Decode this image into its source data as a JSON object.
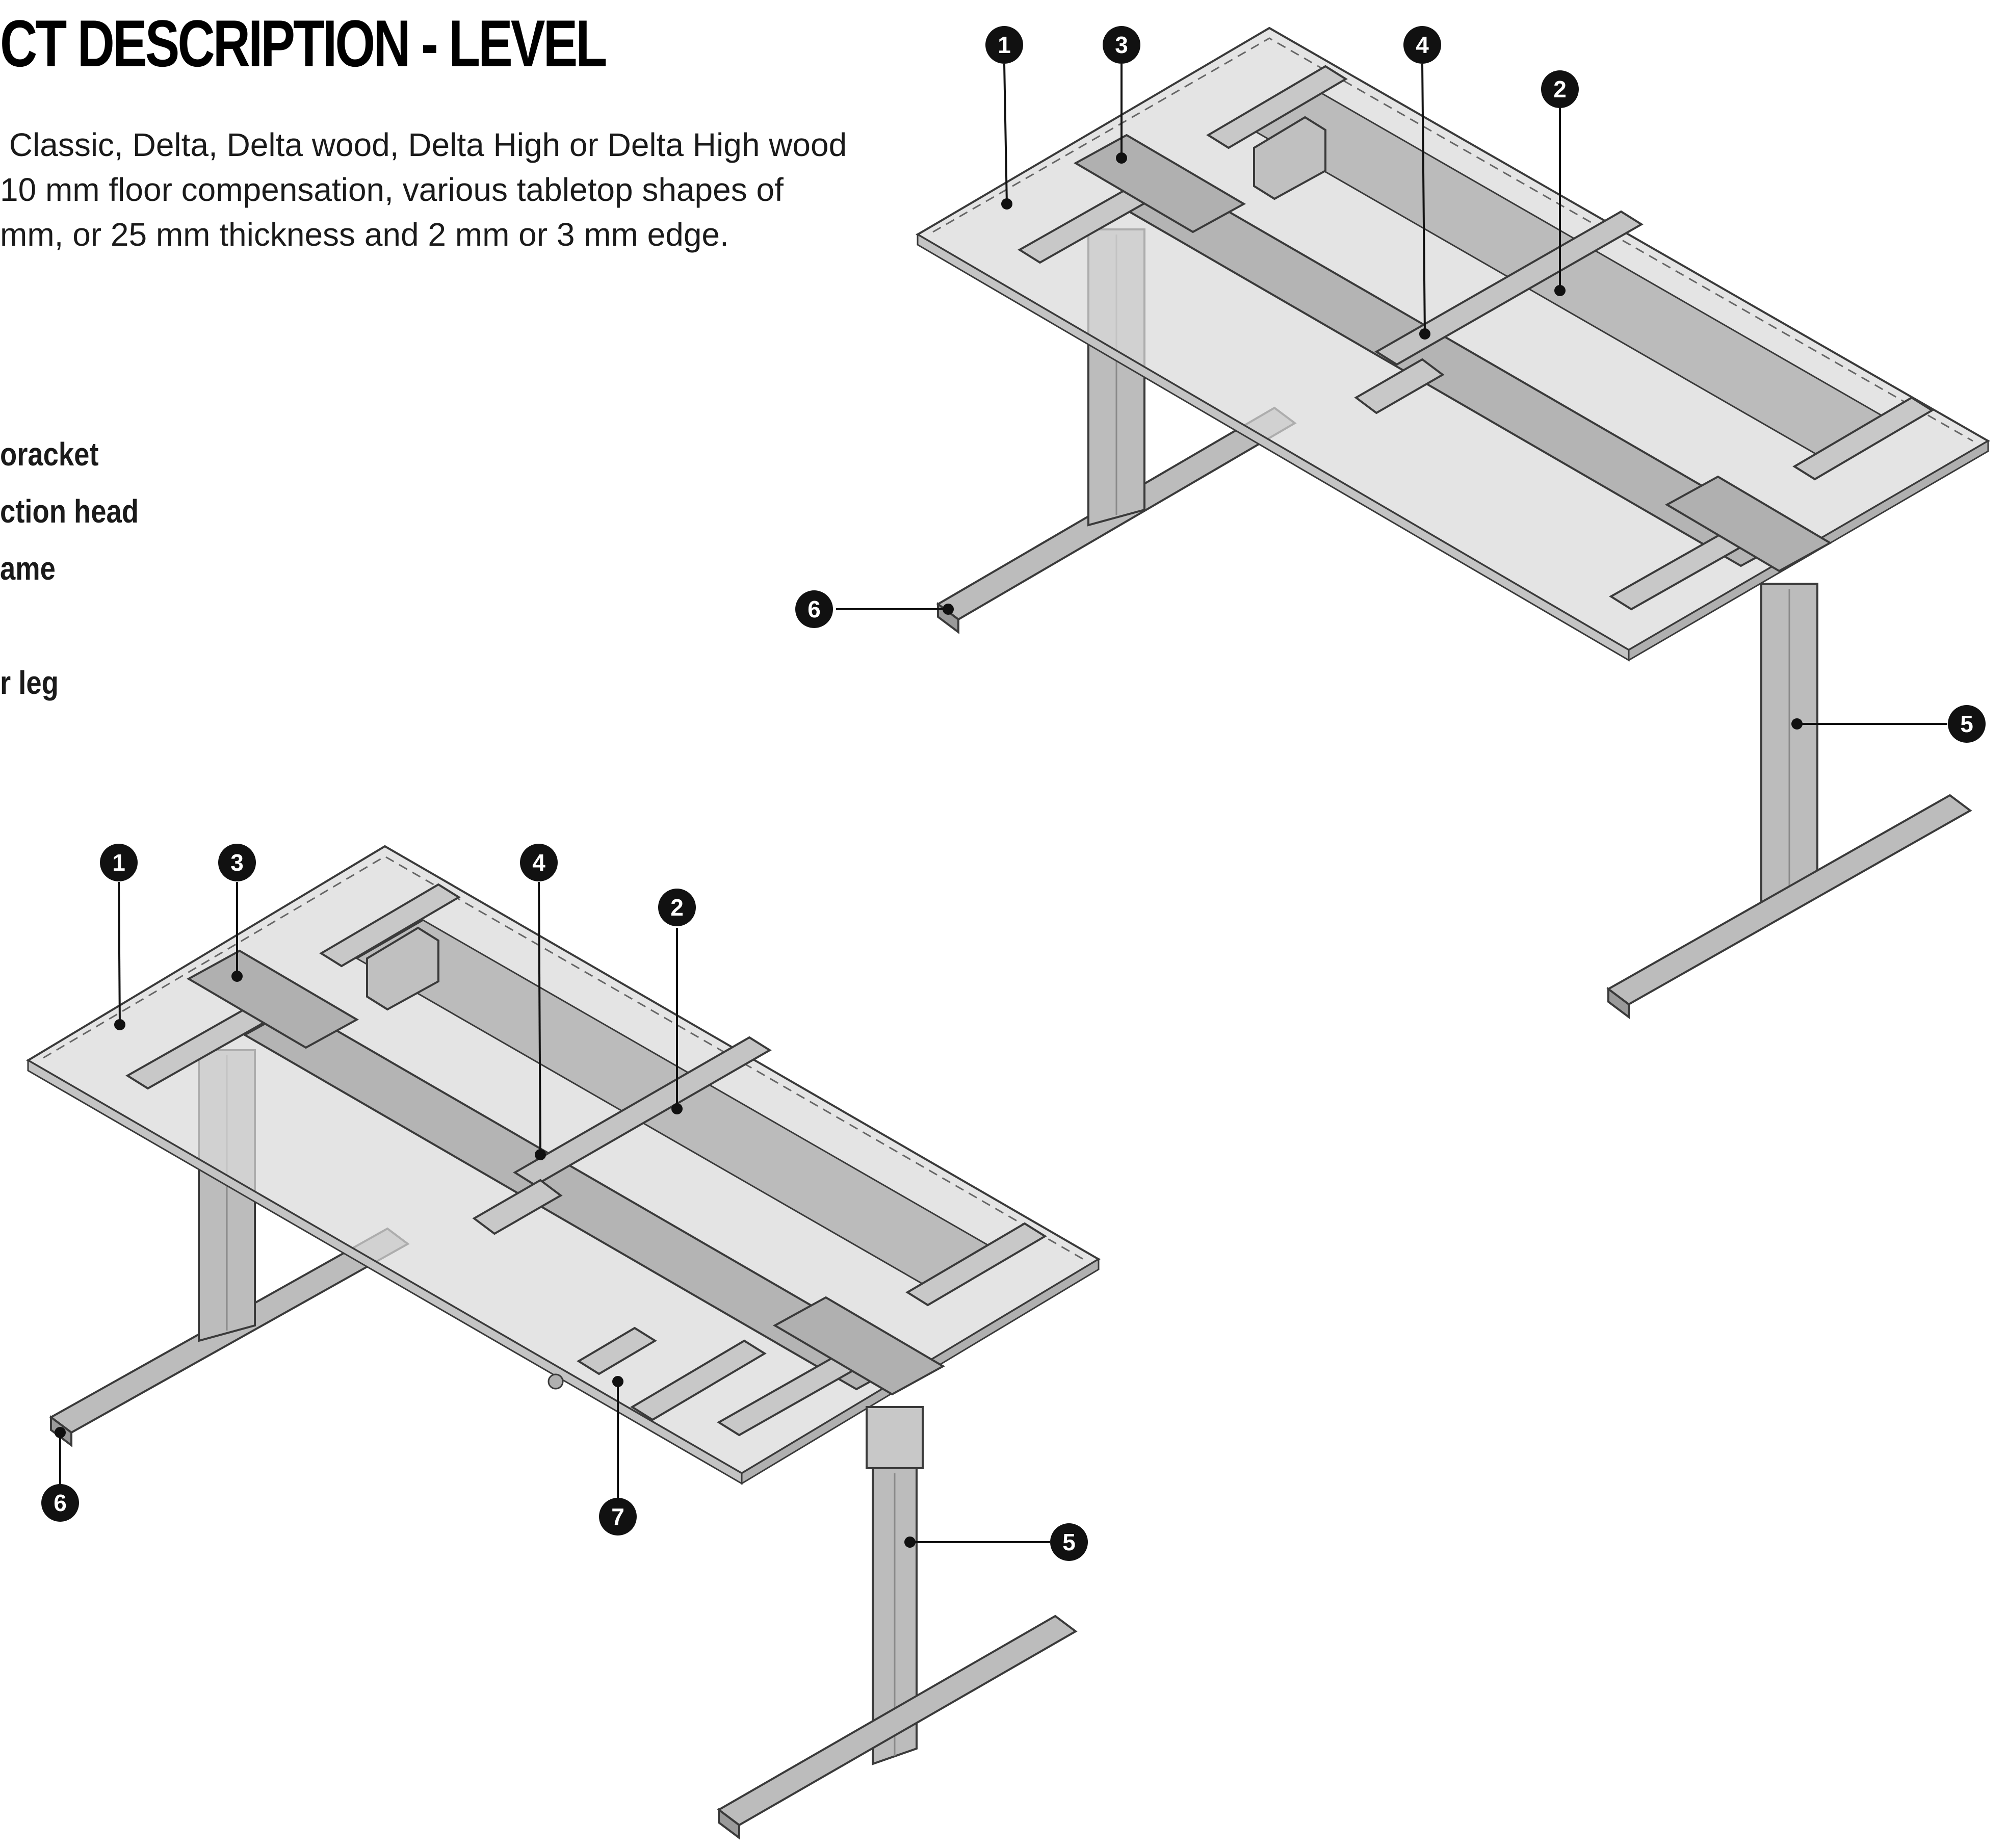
{
  "heading": "CT DESCRIPTION - LEVEL",
  "description_lines": [
    " Classic, Delta, Delta wood, Delta High or Delta High wood",
    "10 mm floor compensation, various tabletop shapes of",
    "mm, or 25 mm thickness and 2 mm or 3 mm edge."
  ],
  "parts_list": [
    "oracket",
    "ction head",
    "ame",
    "",
    "r leg"
  ],
  "callout_numbers": [
    "1",
    "2",
    "3",
    "4",
    "5",
    "6",
    "7"
  ],
  "colors": {
    "tabletop_fill": "#d9d9d9",
    "tabletop_edge": "#8c8c8c",
    "frame_fill": "#b4b4b4",
    "leg_fill": "#bcbcbc",
    "callout_fill": "#111111"
  }
}
